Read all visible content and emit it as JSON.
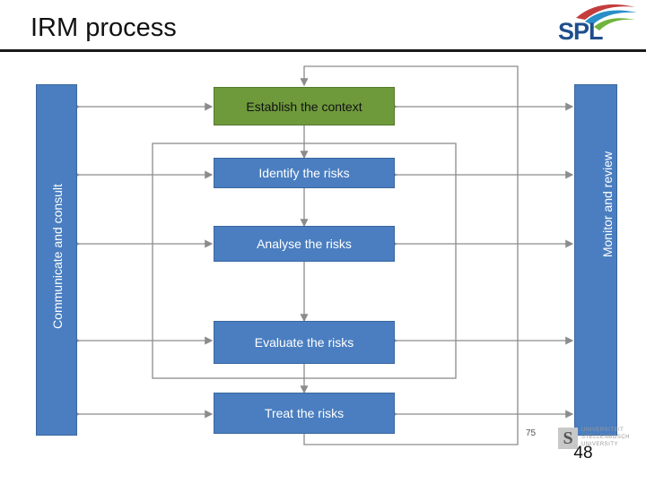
{
  "slide": {
    "title": "IRM process",
    "logo": "SPL"
  },
  "diagram": {
    "left_bar_label": "Communicate and consult",
    "right_bar_label": "Monitor and review",
    "stages": [
      "Establish the context",
      "Identify the risks",
      "Analyse the risks",
      "Evaluate the risks",
      "Treat the risks"
    ]
  },
  "footer": {
    "page_small": "75",
    "page_number": "48",
    "university_logo_lines": [
      "UNIVERSITEIT",
      "STELLENBOSCH",
      "UNIVERSITY"
    ]
  },
  "colors": {
    "stage_blue": "#4a7ec0",
    "context_green": "#6f9a3c",
    "connector": "#8c8c8c"
  }
}
